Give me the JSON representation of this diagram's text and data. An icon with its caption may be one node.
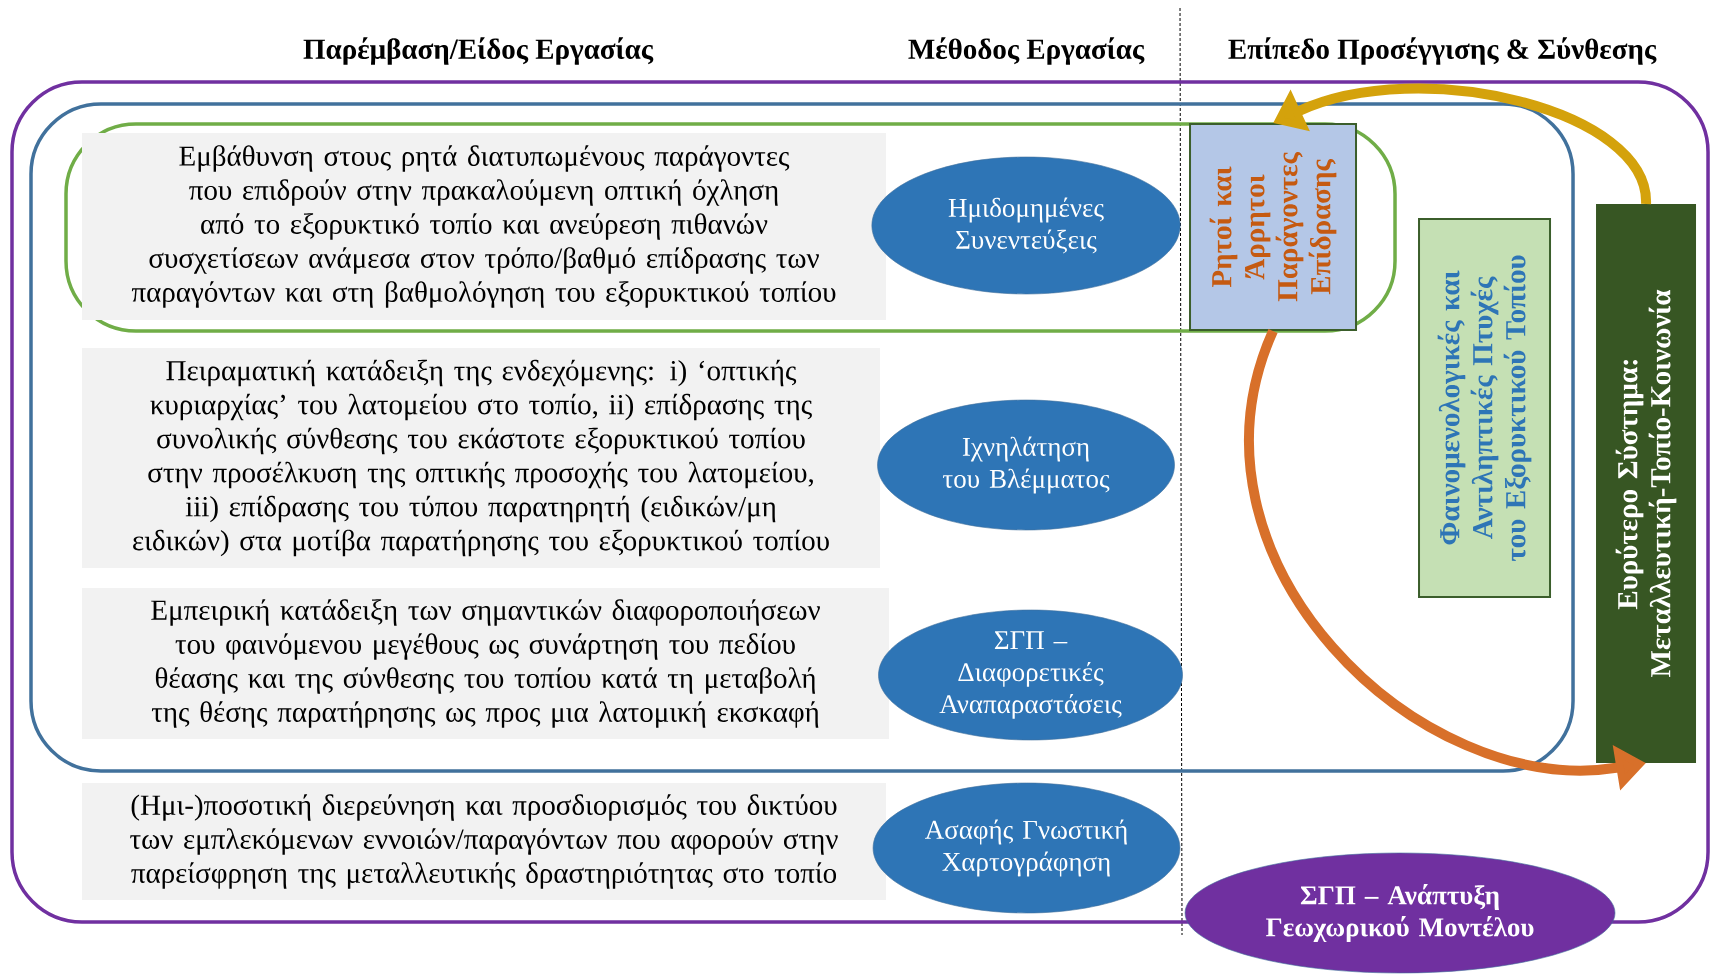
{
  "diagram": {
    "nodes": [
      {
        "text": [],
        "shape": "box"
      },
      {
        "text": [],
        "shape": "box",
        "in": 0
      },
      {
        "text": [],
        "shape": "box",
        "in": 1
      },
      {
        "text": [
          "Εμβάθυνση στους ρητά διατυπωμένους παράγοντες που επιδρούν στην πρακαλούμενη οπτική όχληση από το εξορυκτικό τοπίο και ανεύρεση πιθανών συσχετίσεων ανάμεσα στον τρόπο/βαθμό επίδρασης των παραγόντων και στη βαθμολόγηση του εξορυκτικού τοπίου"
        ],
        "in": 2
      },
      {
        "text": [
          "Ημιδομημένες Συνεντεύξεις"
        ],
        "in": 2
      },
      {
        "text": [
          "Ρητοί και Άρρητοι Παράγοντες Επίδρασης"
        ],
        "in": 2
      },
      {
        "text": [
          "Πειραματική κατάδειξη της ενδεχόμενης: i) ‘οπτικής κυριαρχίας’ του λατομείου στο τοπίο, ii) επίδρασης της συνολικής σύνθεσης του εκάστοτε εξορυκτικού τοπίου στην προσέλκυση της οπτικής προσοχής του λατομείου, iii) επίδρασης του τύπου παρατηρητή (ειδικών/μη ειδικών) στα μοτίβα παρατήρησης του εξορυκτικού τοπίου"
        ],
        "in": 1
      },
      {
        "text": [
          "Ιχνηλάτηση του Βλέμματος"
        ],
        "in": 1
      },
      {
        "text": [
          "Εμπειρική κατάδειξη των σημαντικών διαφοροποιήσεων του φαινόμενου μεγέθους ως συνάρτηση του πεδίου θέασης και της σύνθεσης του τοπίου κατά τη μεταβολή της θέσης παρατήρησης ως προς μια λατομική εκσκαφή"
        ],
        "in": 1
      },
      {
        "text": [
          "ΣΓΠ – Διαφορετικές Αναπαραστάσεις"
        ],
        "in": 1
      },
      {
        "text": [
          "Φαινομενολογικές και Αντιληπτικές Πτυχές του Εξορυκτικού Τοπίου"
        ],
        "in": 1
      },
      {
        "text": [
          "Ευρύτερο Σύστημα: Μεταλλευτική-Τοπίο-Κοινωνία"
        ],
        "in": 0
      },
      {
        "text": [
          "(Ημι-)ποσοτική διερεύνηση και προσδιορισμός του δικτύου των εμπλεκόμενων εννοιών/παραγόντων που αφορούν στην παρείσφρηση της μεταλλευτικής δραστηριότητας στο τοπίο"
        ],
        "in": 0
      },
      {
        "text": [
          "Ασαφής Γνωστική Χαρτογράφηση"
        ],
        "in": 0
      },
      {
        "text": [
          "ΣΓΠ – Ανάπτυξη Γεωχωρικού Μοντέλου"
        ]
      }
    ],
    "edges": [
      {
        "from": 11,
        "to": 5,
        "arrow": "to",
        "color": "#d4a20c"
      },
      {
        "from": 5,
        "to": 11,
        "arrow": "to",
        "color": "#d8702a"
      }
    ],
    "labels": [
      "Παρέμβαση/Είδος Εργασίας",
      "Μέθοδος Εργασίας",
      "Επίπεδο Προσέγγισης & Σύνθεσης"
    ]
  }
}
